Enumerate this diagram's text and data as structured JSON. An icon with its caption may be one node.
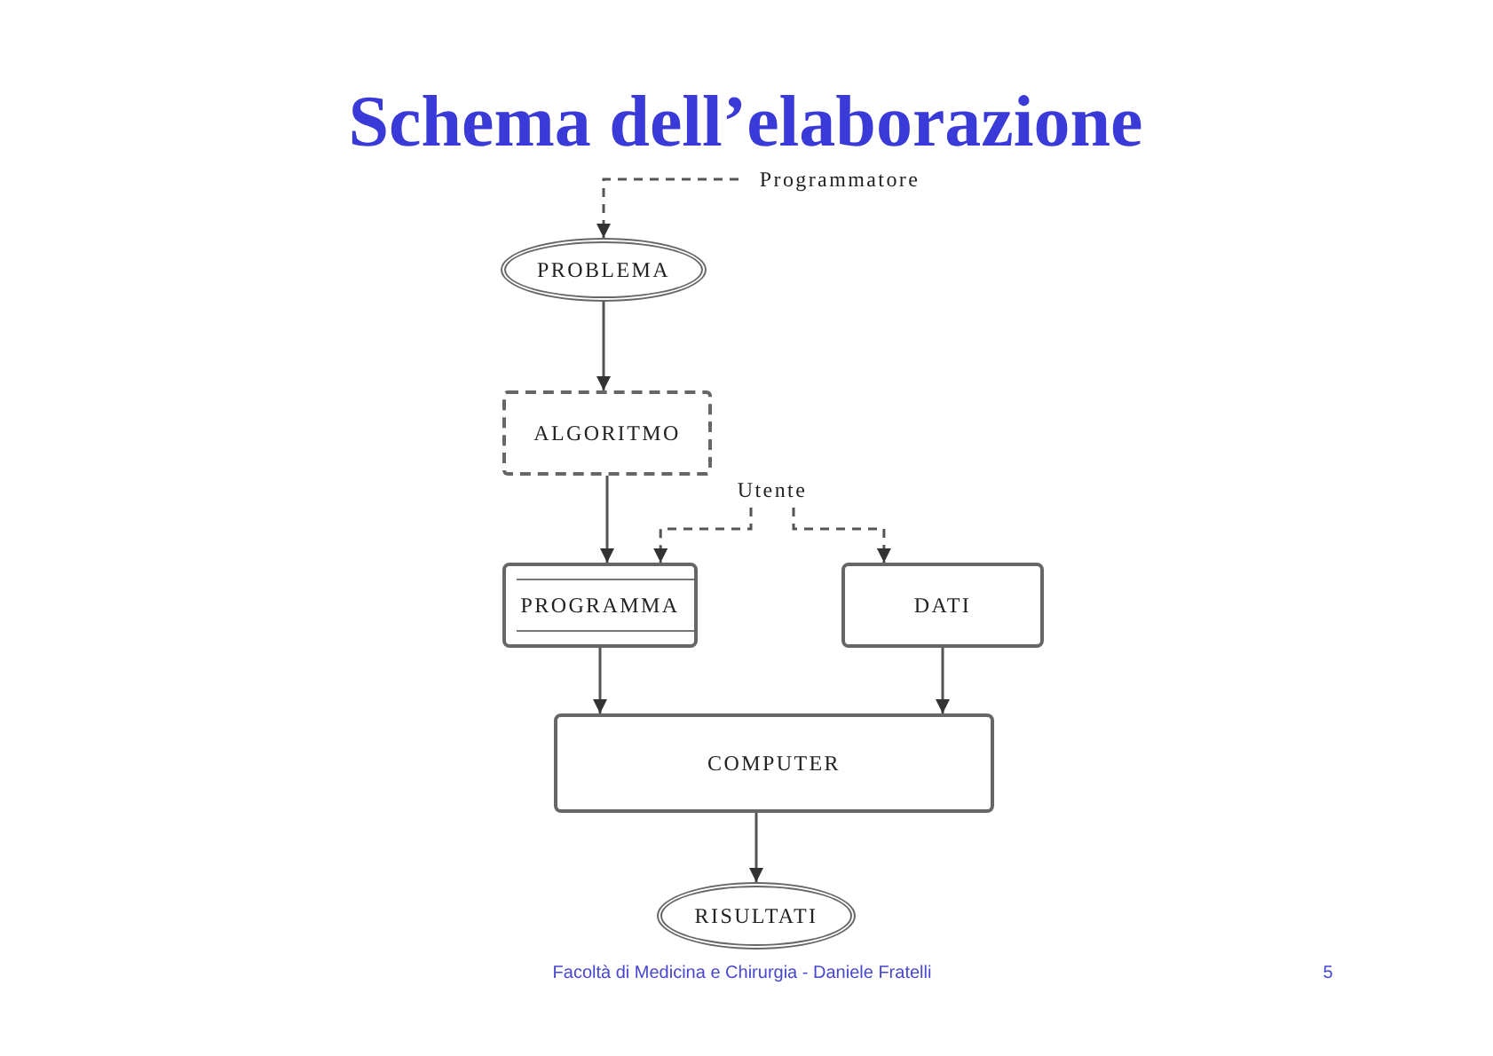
{
  "diagram": {
    "title": "Schema dell’elaborazione",
    "nodes": [
      {
        "text": [
          "Programmatore"
        ]
      },
      {
        "text": [
          "PROBLEMA"
        ]
      },
      {
        "text": [
          "ALGORITMO"
        ]
      },
      {
        "text": [
          "Utente"
        ]
      },
      {
        "text": [
          "PROGRAMMA"
        ]
      },
      {
        "text": [
          "DATI"
        ]
      },
      {
        "text": [
          "COMPUTER"
        ]
      },
      {
        "text": [
          "RISULTATI"
        ]
      }
    ],
    "edges": [
      {
        "from": 0,
        "to": 1,
        "arrow": "to",
        "style": "dashed"
      },
      {
        "from": 1,
        "to": 2,
        "arrow": "to"
      },
      {
        "from": 2,
        "to": 4,
        "arrow": "to"
      },
      {
        "from": 3,
        "to": 4,
        "arrow": "to",
        "style": "dashed"
      },
      {
        "from": 3,
        "to": 5,
        "arrow": "to",
        "style": "dashed"
      },
      {
        "from": 4,
        "to": 6,
        "arrow": "to"
      },
      {
        "from": 5,
        "to": 6,
        "arrow": "to"
      },
      {
        "from": 6,
        "to": 7,
        "arrow": "to"
      }
    ],
    "labels": [
      "Facoltà di Medicina e Chirurgia - Daniele Fratelli",
      "5"
    ]
  }
}
